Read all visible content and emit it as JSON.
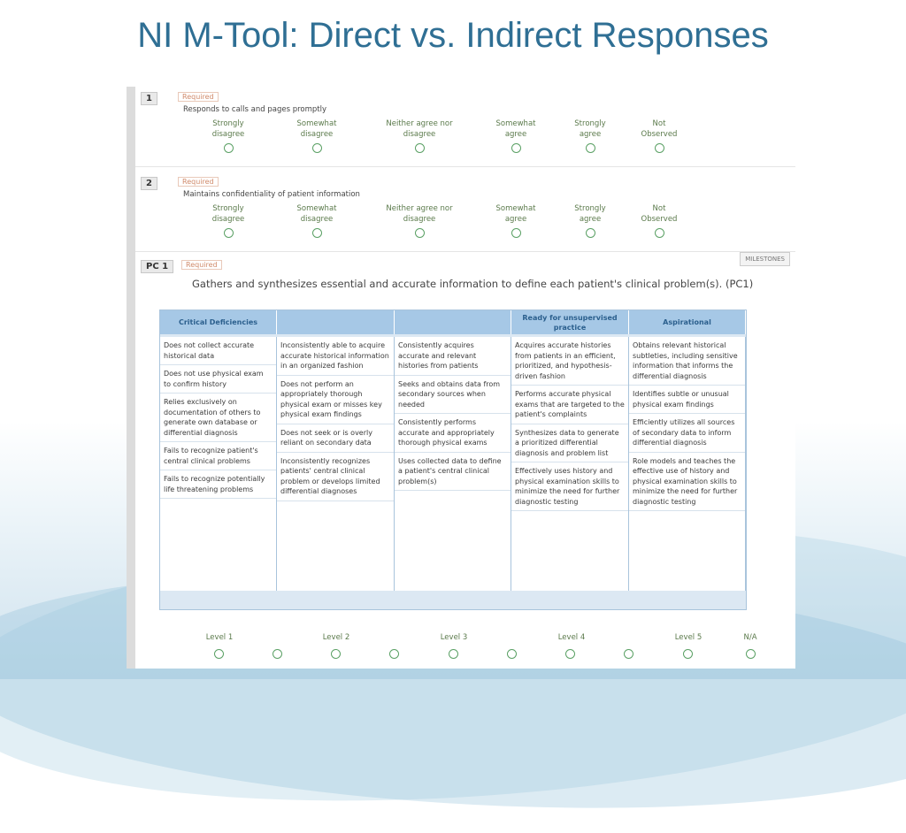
{
  "slide": {
    "title": "NI M-Tool: Direct vs. Indirect Responses"
  },
  "questions": [
    {
      "number": "1",
      "required": "Required",
      "text": "Responds to calls and pages promptly",
      "options": [
        {
          "line1": "Strongly",
          "line2": "disagree"
        },
        {
          "line1": "Somewhat",
          "line2": "disagree"
        },
        {
          "line1": "Neither agree nor",
          "line2": "disagree"
        },
        {
          "line1": "Somewhat",
          "line2": "agree"
        },
        {
          "line1": "Strongly",
          "line2": "agree"
        },
        {
          "line1": "Not",
          "line2": "Observed"
        }
      ]
    },
    {
      "number": "2",
      "required": "Required",
      "text": "Maintains confidentiality of patient information",
      "options": [
        {
          "line1": "Strongly",
          "line2": "disagree"
        },
        {
          "line1": "Somewhat",
          "line2": "disagree"
        },
        {
          "line1": "Neither agree nor",
          "line2": "disagree"
        },
        {
          "line1": "Somewhat",
          "line2": "agree"
        },
        {
          "line1": "Strongly",
          "line2": "agree"
        },
        {
          "line1": "Not",
          "line2": "Observed"
        }
      ]
    }
  ],
  "pc1": {
    "number": "PC 1",
    "required": "Required",
    "milestones_button": "MILESTONES",
    "text": "Gathers and synthesizes essential and accurate information to define each patient's clinical problem(s). (PC1)",
    "headers": [
      "Critical Deficiencies",
      "",
      "",
      "Ready for unsupervised practice",
      "Aspirational"
    ],
    "columns": [
      [
        "Does not collect accurate historical data",
        "Does not use physical exam to confirm history",
        "Relies exclusively on documentation of others to generate own database or differential diagnosis",
        "Fails to recognize patient's central clinical problems",
        "Fails to recognize potentially life threatening problems"
      ],
      [
        "Inconsistently able to acquire accurate historical information in an organized fashion",
        "Does not perform an appropriately thorough physical exam or misses key physical exam findings",
        "Does not seek or is overly reliant on secondary data",
        "Inconsistently recognizes patients' central clinical problem or develops limited differential diagnoses"
      ],
      [
        "Consistently acquires accurate and relevant histories from patients",
        "Seeks and obtains data from secondary sources when needed",
        "Consistently performs accurate and appropriately thorough physical exams",
        "Uses collected data to define a patient's central clinical problem(s)"
      ],
      [
        "Acquires accurate histories from patients in an efficient, prioritized, and hypothesis-driven fashion",
        "Performs accurate physical exams that are targeted to the patient's complaints",
        "Synthesizes data to generate a prioritized differential diagnosis and problem list",
        "Effectively uses history and physical examination skills to minimize the need for further diagnostic testing"
      ],
      [
        "Obtains relevant historical subtleties, including sensitive information that informs the differential diagnosis",
        "Identifies subtle or unusual physical exam findings",
        "Efficiently utilizes all sources of secondary data to inform differential diagnosis",
        "Role models and teaches the effective use of history and physical examination skills to minimize the need for further diagnostic testing"
      ]
    ],
    "levels": [
      "Level 1",
      "Level 2",
      "Level 3",
      "Level 4",
      "Level 5",
      "N/A"
    ]
  },
  "colors": {
    "title": "#2f6f94",
    "radio": "#5aa064",
    "header": "#a6c8e6"
  }
}
